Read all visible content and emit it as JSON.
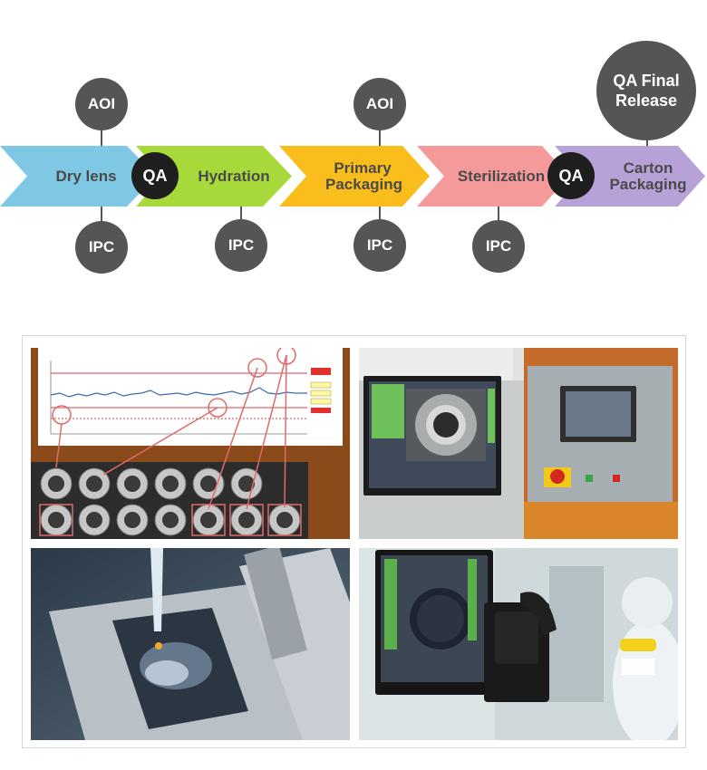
{
  "process": {
    "steps": [
      {
        "label": "Dry lens"
      },
      {
        "label": "Hydration"
      },
      {
        "label": "Primary Packaging"
      },
      {
        "label": "Sterilization"
      },
      {
        "label": "Carton Packaging"
      }
    ],
    "qa_label": "QA",
    "aoi_label": "AOI",
    "ipc_label": "IPC",
    "final_release_label": "QA Final Release",
    "colors": {
      "dry_lens": "#7ec8e3",
      "hydration": "#a8d93a",
      "primary_packaging": "#f9bd1c",
      "sterilization": "#f59a9a",
      "carton_packaging": "#b7a2d8",
      "node": "#555555",
      "qa_node": "#1e1e1e"
    }
  },
  "photos": [
    {
      "name": "aoi-chart-photo"
    },
    {
      "name": "inspection-machine-photo"
    },
    {
      "name": "lens-dispensing-photo"
    },
    {
      "name": "operator-scanning-photo"
    }
  ]
}
